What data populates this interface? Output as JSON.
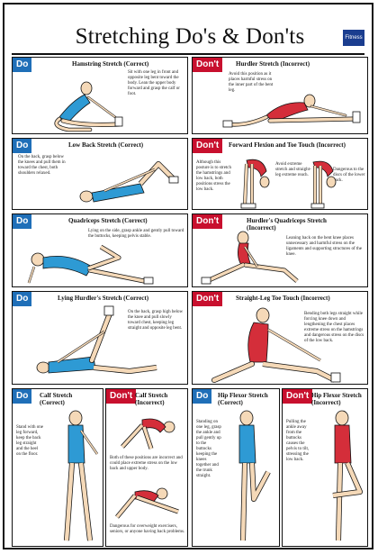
{
  "title": "Stretching Do's & Don'ts",
  "logo": "Fitness",
  "labels": {
    "do": "Do",
    "dont": "Don't"
  },
  "panels": {
    "hamstring": {
      "title": "Hamstring Stretch (Correct)",
      "desc": "Sit with one leg in front and opposite leg bent toward the body. Lean the upper body forward and grasp the calf or foot."
    },
    "hurdler": {
      "title": "Hurdler Stretch (Incorrect)",
      "desc": "Avoid this position as it places harmful stress on the inner part of the bent leg."
    },
    "lowback": {
      "title": "Low Back Stretch (Correct)",
      "desc": "On the back, grasp below the knees and pull them in toward the chest, both shoulders relaxed."
    },
    "forward": {
      "title": "Forward Flexion and Toe Touch (Incorrect)",
      "desc1": "Although this posture is to stretch the hamstrings and low back, both positions stress the low back.",
      "desc2": "Avoid extreme stretch and straight-leg extreme reach.",
      "desc3": "Dangerous to the discs of the lower back."
    },
    "quadriceps": {
      "title": "Quadriceps Stretch (Correct)",
      "desc": "Lying on the side, grasp ankle and gently pull toward the buttocks, keeping pelvis stable."
    },
    "hurdlerquad": {
      "title": "Hurdler's Quadriceps Stretch (Incorrect)",
      "desc": "Leaning back on the bent knee places unnecessary and harmful stress on the ligaments and supporting structures of the knee."
    },
    "lyinghurdler": {
      "title": "Lying Hurdler's Stretch (Correct)",
      "desc": "On the back, grasp high below the knee and pull slowly toward chest, keeping leg straight and opposite leg bent."
    },
    "straightleg": {
      "title": "Straight-Leg Toe Touch (Incorrect)",
      "desc": "Bending both legs straight while forcing knee down and lengthening the chest places extreme stress on the hamstrings and dangerous stress on the discs of the low back."
    },
    "calfcorrect": {
      "title": "Calf Stretch (Correct)",
      "desc": "Stand with one leg forward, keep the back leg straight and the heel on the floor."
    },
    "calfincorrect": {
      "title": "Calf Stretch (Incorrect)",
      "desc1": "Both of these positions are incorrect and could place extreme stress on the low back and upper body.",
      "desc2": "Dangerous for overweight exercisers, seniors, or anyone having back problems."
    },
    "hipcorrect": {
      "title": "Hip Flexor Stretch (Correct)",
      "desc": "Standing on one leg, grasp the ankle and pull gently up to the buttocks keeping the knees together and the trunk straight."
    },
    "hipincorrect": {
      "title": "Hip Flexor Stretch (Incorrect)",
      "desc": "Pulling the ankle away from the buttocks causes the pelvis to tilt, stressing the low back."
    }
  }
}
